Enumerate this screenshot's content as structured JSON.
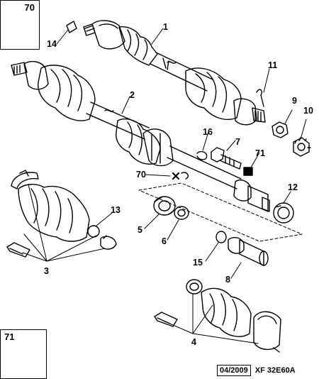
{
  "diagram": {
    "inset_top_label": "70",
    "inset_bottom_label": "71",
    "callouts": {
      "c1": "1",
      "c2": "2",
      "c3": "3",
      "c4": "4",
      "c5": "5",
      "c6": "6",
      "c7": "7",
      "c8": "8",
      "c9": "9",
      "c10": "10",
      "c11": "11",
      "c12": "12",
      "c13": "13",
      "c14": "14",
      "c15": "15",
      "c16": "16",
      "c70": "70",
      "c71": "71"
    },
    "footer_date": "04/2009",
    "footer_ref": "XF 32E60A"
  }
}
